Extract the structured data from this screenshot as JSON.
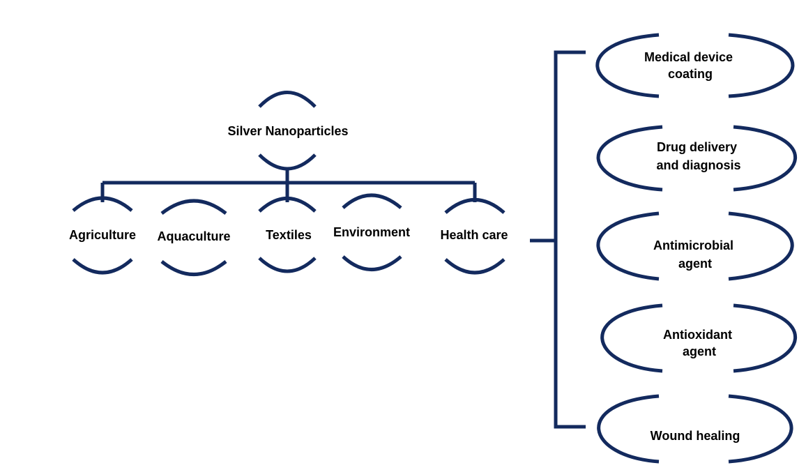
{
  "colors": {
    "line": "#132a5e",
    "text": "#000000",
    "background": "#ffffff"
  },
  "root": {
    "label": "Silver Nanoparticles"
  },
  "categories": [
    {
      "id": "agriculture",
      "label": "Agriculture"
    },
    {
      "id": "aquaculture",
      "label": "Aquaculture"
    },
    {
      "id": "textiles",
      "label": "Textiles"
    },
    {
      "id": "environment",
      "label": "Environment"
    },
    {
      "id": "health-care",
      "label": "Health care"
    }
  ],
  "health_care_applications": [
    {
      "id": "medical-device-coating",
      "lines": [
        "Medical device",
        "coating"
      ]
    },
    {
      "id": "drug-delivery",
      "lines": [
        "Drug delivery",
        "and diagnosis"
      ]
    },
    {
      "id": "antimicrobial-agent",
      "lines": [
        "Antimicrobial",
        "agent"
      ]
    },
    {
      "id": "antioxidant-agent",
      "lines": [
        "Antioxidant",
        "agent"
      ]
    },
    {
      "id": "wound-healing",
      "lines": [
        "Wound healing"
      ]
    }
  ]
}
